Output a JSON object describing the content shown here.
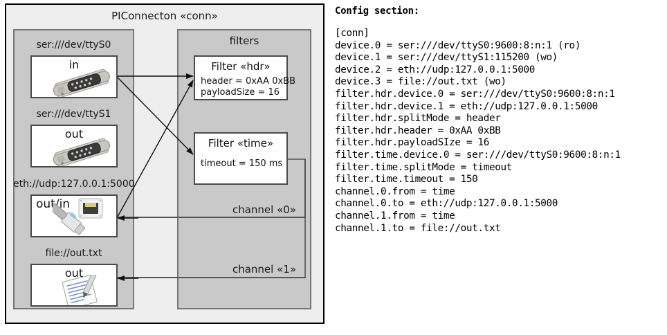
{
  "diagram": {
    "title": "PIConnecton «conn»",
    "devices_panel": {
      "items": [
        {
          "label": "ser:///dev/ttyS0",
          "direction": "in",
          "icon": "serial-port-icon"
        },
        {
          "label": "ser:///dev/ttyS1",
          "direction": "out",
          "icon": "serial-port-icon"
        },
        {
          "label": "eth://udp:127.0.0.1:5000",
          "direction": "out/in",
          "icon": "ethernet-jack-icon"
        },
        {
          "label": "file://out.txt",
          "direction": "out",
          "icon": "text-file-icon"
        }
      ]
    },
    "filters_panel": {
      "title": "filters",
      "filters": [
        {
          "title": "Filter «hdr»",
          "attrs": [
            "header = 0xAA 0xBB",
            "payloadSize = 16"
          ]
        },
        {
          "title": "Filter «time»",
          "attrs": [
            "timeout = 150 ms"
          ]
        }
      ],
      "channels": [
        {
          "label": "channel «0»"
        },
        {
          "label": "channel «1»"
        }
      ]
    }
  },
  "config": {
    "heading": "Config section:",
    "lines": [
      "[conn]",
      "device.0 = ser:///dev/ttyS0:9600:8:n:1 (ro)",
      "device.1 = ser:///dev/ttyS1:115200 (wo)",
      "device.2 = eth://udp:127.0.0.1:5000",
      "device.3 = file://out.txt (wo)",
      "filter.hdr.device.0 = ser:///dev/ttyS0:9600:8:n:1",
      "filter.hdr.device.1 = eth://udp:127.0.0.1:5000",
      "filter.hdr.splitMode = header",
      "filter.hdr.header = 0xAA 0xBB",
      "filter.hdr.payloadSIze = 16",
      "filter.time.device.0 = ser:///dev/ttyS0:9600:8:n:1",
      "filter.time.splitMode = timeout",
      "filter.time.timeout = 150",
      "channel.0.from = time",
      "channel.0.to = eth://udp:127.0.0.1:5000",
      "channel.1.from = time",
      "channel.1.to = file://out.txt"
    ]
  },
  "colors": {
    "page_background": "#ffffff",
    "outer_panel": "#eeeeee",
    "inner_panel": "#c9c9c9",
    "box_fill": "#ffffff",
    "border_dark": "#000000",
    "border_gray": "#777777",
    "text": "#1a1a1a"
  }
}
